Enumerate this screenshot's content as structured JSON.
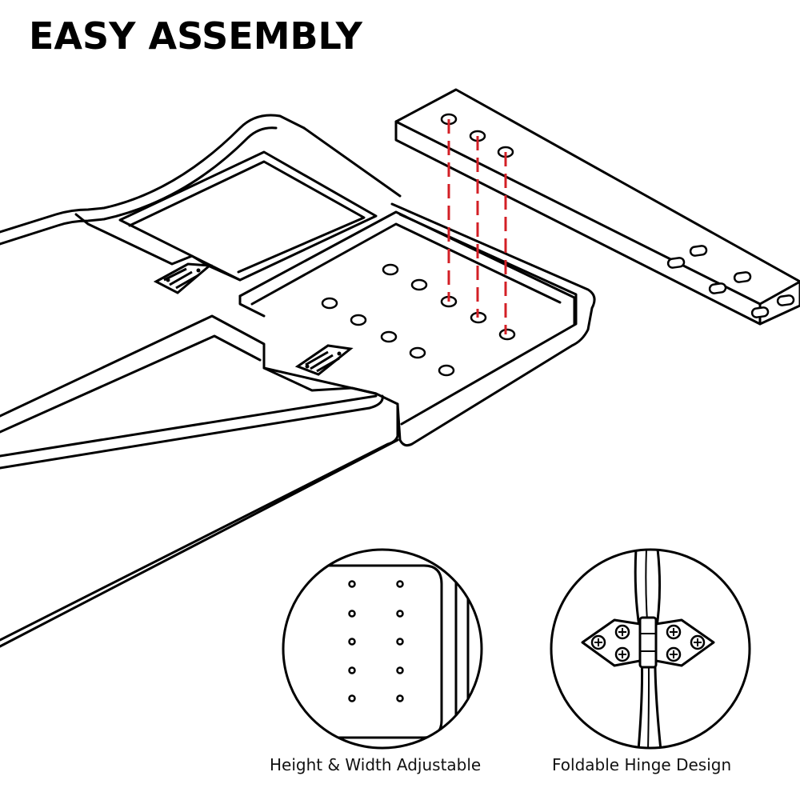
{
  "title": "EASY ASSEMBLY",
  "captions": {
    "left": "Height & Width Adjustable",
    "right": "Foldable Hinge Design"
  },
  "colors": {
    "line": "#000000",
    "guide": "#d31f26",
    "background": "#ffffff"
  },
  "icons": {
    "hinge": "hinge-icon",
    "screw": "phillips-screw-icon"
  }
}
